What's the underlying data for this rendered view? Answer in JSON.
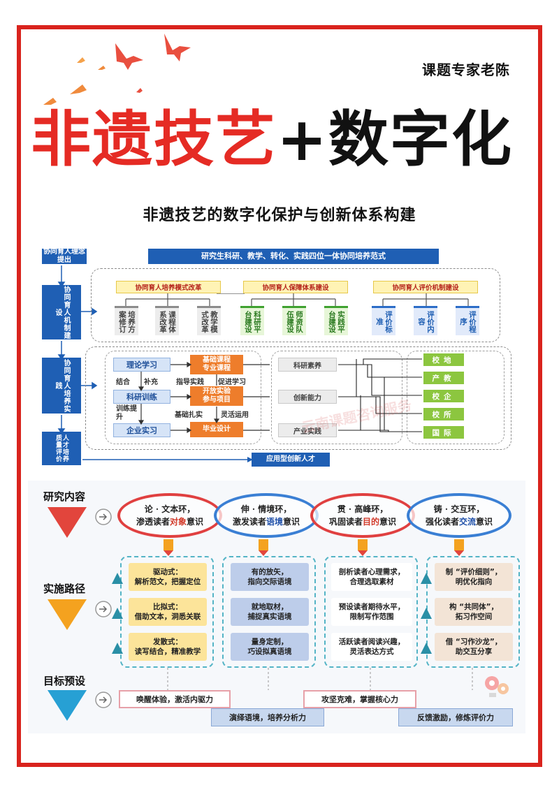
{
  "author": "课题专家老陈",
  "title": {
    "part1": "非遗技艺",
    "part2": "+数字化"
  },
  "subtitle": "非遗技艺的数字化保护与创新体系构建",
  "diagram": {
    "left_labels": {
      "concept": "协同育人理念提出",
      "mechanism": "协同育人机制建设",
      "practice": "协同育人培养实践",
      "evaluation": "人才培养质量评价"
    },
    "top_banner": "研究生科研、教学、转化、实践四位一体协同培养范式",
    "bottom_banner": "应用型创新人才",
    "mechanism_headers": [
      "协同育人培养模式改革",
      "协同育人保障体系建设",
      "协同育人评价机制建设"
    ],
    "mechanism_boxes": [
      {
        "text": "培养方案修订",
        "style": "gray"
      },
      {
        "text": "课程体系改革",
        "style": "gray"
      },
      {
        "text": "教学模式改革",
        "style": "gray"
      },
      {
        "text": "科研平台建设",
        "style": "green"
      },
      {
        "text": "师资队伍建设",
        "style": "green"
      },
      {
        "text": "实践平台建设",
        "style": "green"
      },
      {
        "text": "评价标准",
        "style": "blue"
      },
      {
        "text": "评价内容",
        "style": "blue"
      },
      {
        "text": "评价程序",
        "style": "blue"
      }
    ],
    "practice_left": [
      "理论学习",
      "科研训练",
      "企业实习"
    ],
    "practice_mid": [
      {
        "line1": "基础课程",
        "line2": "专业课程"
      },
      {
        "line1": "开放实验",
        "line2": "参与项目"
      },
      {
        "line1": "毕业设计",
        "line2": ""
      }
    ],
    "practice_labels": {
      "combine": "结合",
      "supplement": "补充",
      "guide": "指导实践",
      "promote": "促进学习",
      "train": "训练提升",
      "solid": "基础扎实",
      "flexible": "灵活运用"
    },
    "abilities": [
      "科研素养",
      "创新能力",
      "产业实践"
    ],
    "partners": [
      "校地",
      "产教",
      "校企",
      "校所",
      "国际"
    ]
  },
  "framework": {
    "section_labels": {
      "content": "研究内容",
      "path": "实施路径",
      "goal": "目标预设"
    },
    "rings": [
      {
        "head": "论 · 文本环，",
        "pre": "渗透读者",
        "hl": "对象",
        "post": "意识"
      },
      {
        "head": "伸 · 情境环，",
        "pre": "激发读者",
        "hl": "语境",
        "post": "意识"
      },
      {
        "head": "贯 · 高峰环，",
        "pre": "巩固读者",
        "hl": "目的",
        "post": "意识"
      },
      {
        "head": "铸 · 交互环，",
        "pre": "强化读者",
        "hl": "交流",
        "post": "意识"
      }
    ],
    "columns": [
      [
        {
          "l1": "驱动式：",
          "l2": "解析范文，把握定位"
        },
        {
          "l1": "比拟式：",
          "l2": "借助文本，洞悉关联"
        },
        {
          "l1": "发散式：",
          "l2": "读写结合，精准教学"
        }
      ],
      [
        {
          "l1": "有的放矢，",
          "l2": "指向交际语境"
        },
        {
          "l1": "就地取材，",
          "l2": "捕捉真实语境"
        },
        {
          "l1": "量身定制，",
          "l2": "巧设拟真语境"
        }
      ],
      [
        {
          "l1": "剖析读者心理需求，",
          "l2": "合理选取素材"
        },
        {
          "l1": "预设读者期待水平，",
          "l2": "限制写作范围"
        },
        {
          "l1": "活跃读者阅读兴趣，",
          "l2": "灵活表达方式"
        }
      ],
      [
        {
          "l1": "制 “评价细则”，",
          "l2": "明优化指向"
        },
        {
          "l1": "构 “共同体”，",
          "l2": "拓习作空间"
        },
        {
          "l1": "借 “习作沙龙”，",
          "l2": "助交互分享"
        }
      ]
    ],
    "goals": [
      "唤醒体验，激活内驱力",
      "演绎语境，培养分析力",
      "攻坚克难，掌握核心力",
      "反馈激励，修炼评价力"
    ],
    "watermark": "云南课题咨询服务"
  },
  "colors": {
    "red": "#e52b24",
    "frame": "#d9231d",
    "blue": "#1f5fb4",
    "green": "#8cc63f",
    "orange": "#ee7d2b",
    "teal": "#54b4c6"
  }
}
